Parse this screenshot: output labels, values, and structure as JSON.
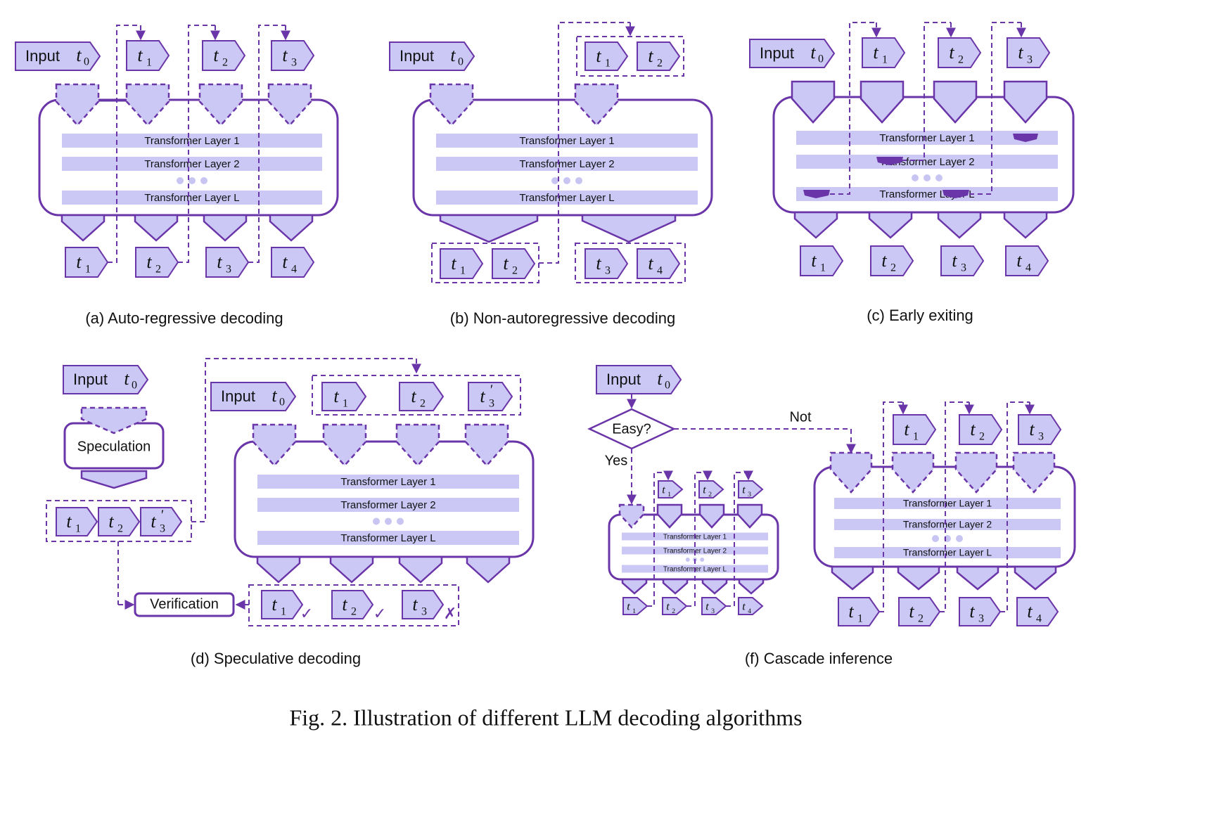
{
  "token_labels": {
    "input": "Input",
    "t0": "t",
    "t0_sub": "0",
    "t": "t",
    "sub1": "1",
    "sub2": "2",
    "sub3": "3",
    "sub4": "4",
    "prime": "′"
  },
  "layers": {
    "layer1": "Transformer Layer 1",
    "layer2": "Transformer Layer 2",
    "layerL": "Transformer Layer L"
  },
  "panels": {
    "a": "(a) Auto-regressive decoding",
    "b": "(b) Non-autoregressive decoding",
    "c": "(c) Early exiting",
    "d": "(d) Speculative decoding",
    "f": "(f) Cascade inference"
  },
  "speculative": {
    "speculation": "Speculation",
    "verification": "Verification",
    "check": "✓",
    "cross": "✗"
  },
  "cascade": {
    "question": "Easy?",
    "yes": "Yes",
    "no": "Not"
  },
  "figure_caption": "Fig. 2.  Illustration of different LLM decoding algorithms"
}
